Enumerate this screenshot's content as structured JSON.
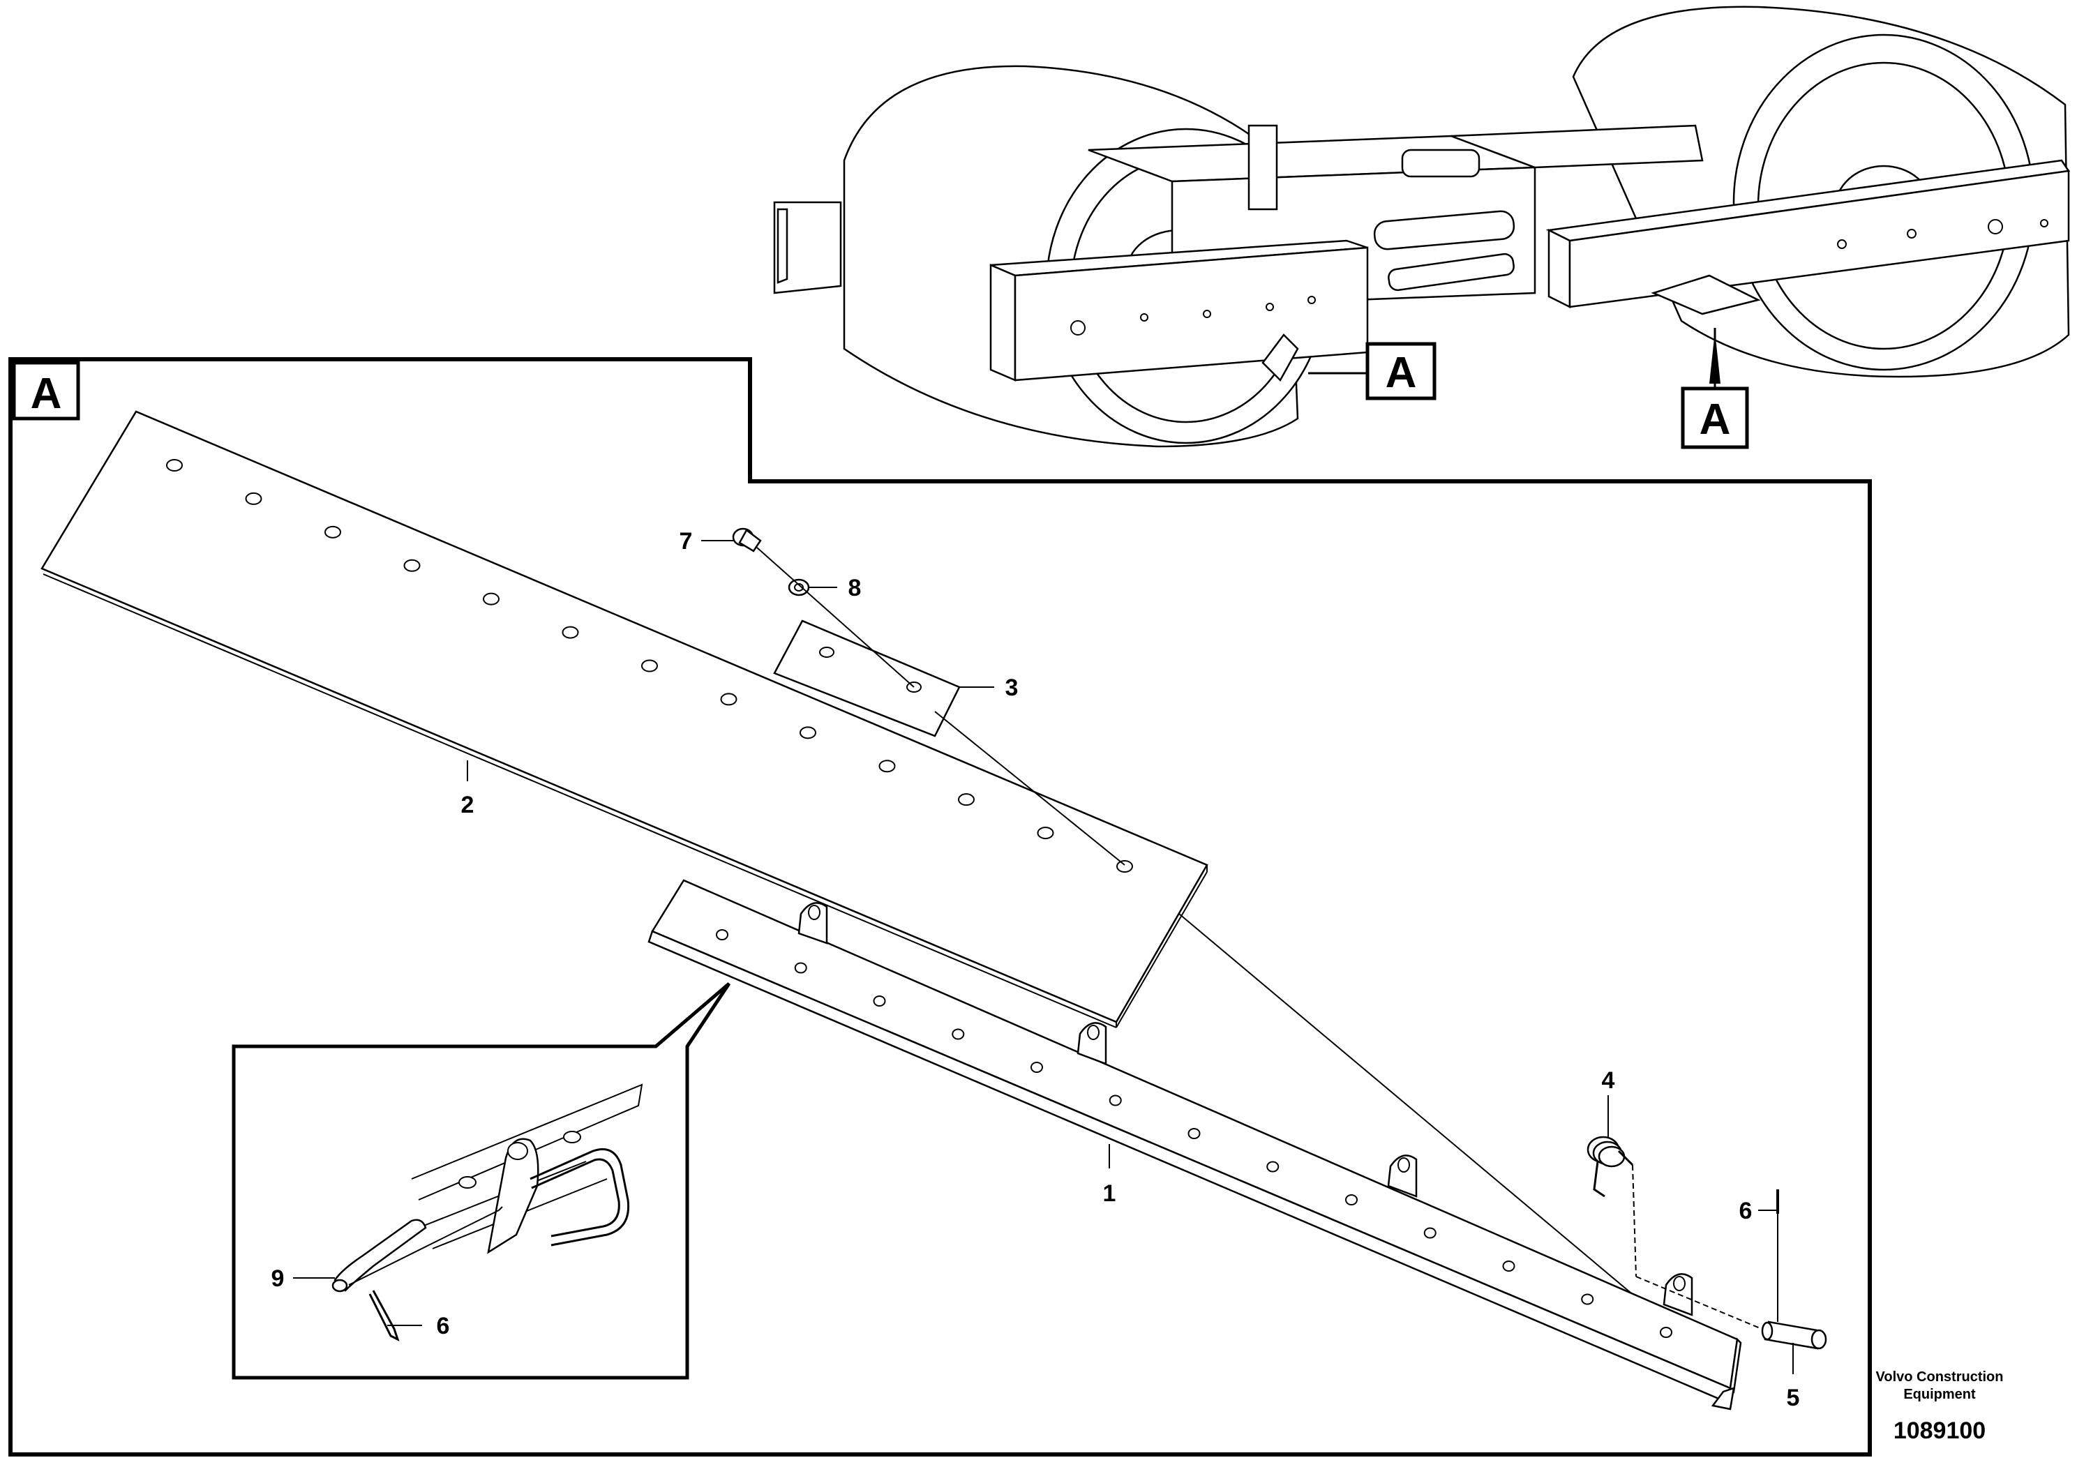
{
  "view_label": "A",
  "parts": [
    {
      "id": "1"
    },
    {
      "id": "2"
    },
    {
      "id": "3"
    },
    {
      "id": "4"
    },
    {
      "id": "5"
    },
    {
      "id": "6"
    },
    {
      "id": "7"
    },
    {
      "id": "8"
    },
    {
      "id": "9"
    }
  ],
  "footer": {
    "brand_line1": "Volvo Construction",
    "brand_line2": "Equipment",
    "doc_number": "1089100"
  }
}
